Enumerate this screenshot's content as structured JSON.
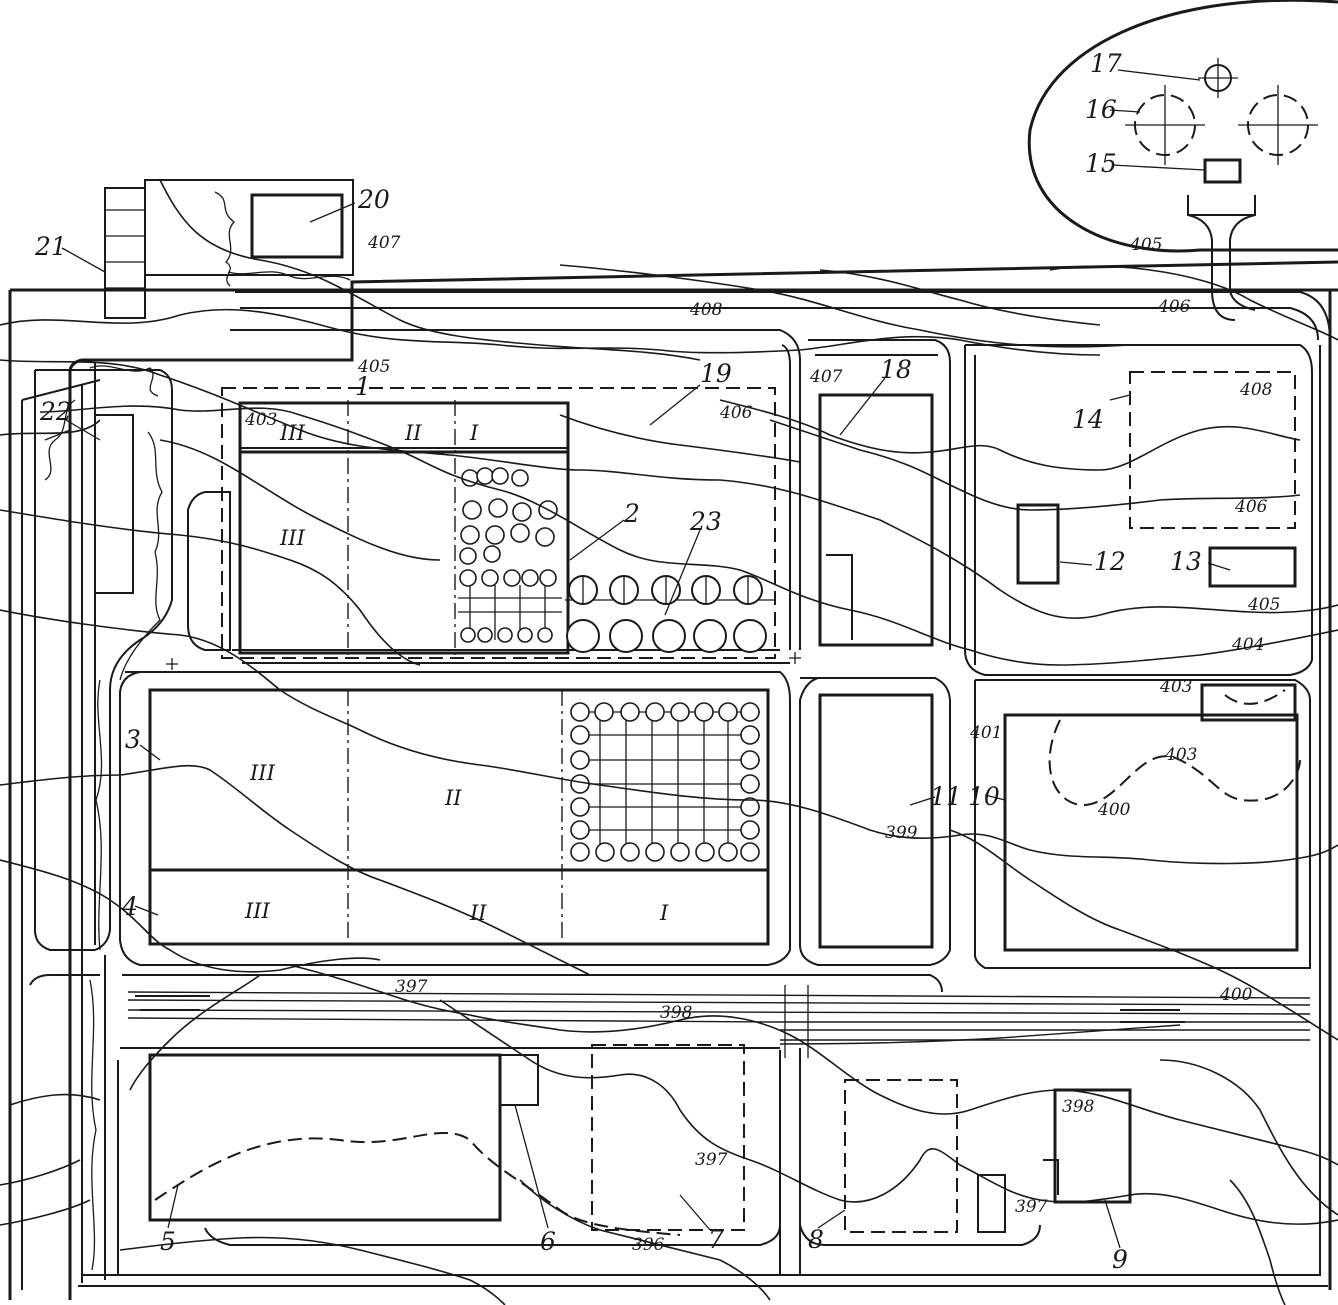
{
  "map": {
    "building_labels": [
      "1",
      "2",
      "3",
      "4",
      "5",
      "6",
      "7",
      "8",
      "9",
      "10",
      "11",
      "12",
      "13",
      "14",
      "15",
      "16",
      "17",
      "18",
      "19",
      "20",
      "21",
      "22",
      "23"
    ],
    "section_labels": {
      "upper_block": [
        "III",
        "II",
        "I",
        "III"
      ],
      "middle_block": [
        "III",
        "II",
        "III",
        "II",
        "I"
      ]
    },
    "contour_labels": [
      "407",
      "408",
      "406",
      "405",
      "407",
      "406",
      "405",
      "403",
      "404",
      "405",
      "406",
      "408",
      "403",
      "401",
      "400",
      "399",
      "398",
      "397",
      "396",
      "397",
      "398",
      "400",
      "403",
      "397"
    ]
  }
}
